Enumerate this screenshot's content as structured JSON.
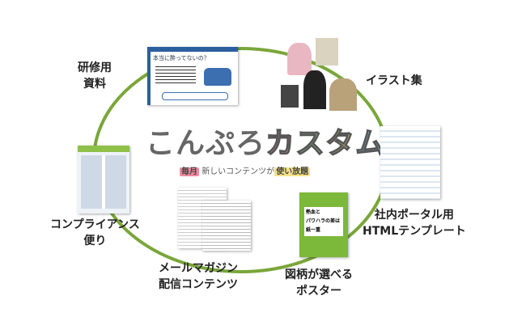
{
  "logo": {
    "main": "こんぷろ",
    "accent": [
      "カ",
      "ス",
      "タ",
      "ム"
    ],
    "accent_colors": [
      "#f6a8b8",
      "#9fd89b",
      "#f8e58a",
      "#8fd3e8"
    ]
  },
  "tagline": {
    "badge1": "毎月",
    "text": "新しいコンテンツが",
    "badge2": "使い放題"
  },
  "ring_color": "#7aa63a",
  "items": [
    {
      "line1": "研修用",
      "line2": "資料"
    },
    {
      "line1": "イラスト集",
      "line2": ""
    },
    {
      "line1": "社内ポータル用",
      "line2": "HTMLテンプレート"
    },
    {
      "line1": "図柄が選べる",
      "line2": "ポスター"
    },
    {
      "line1": "メールマガジン",
      "line2": "配信コンテンツ"
    },
    {
      "line1": "コンプライアンス",
      "line2": "便り"
    }
  ],
  "slide": {
    "title": "本当に酔ってないの？"
  },
  "poster": {
    "line1": "熱血と",
    "line2": "パワハラの差は",
    "line3": "紙一重"
  }
}
